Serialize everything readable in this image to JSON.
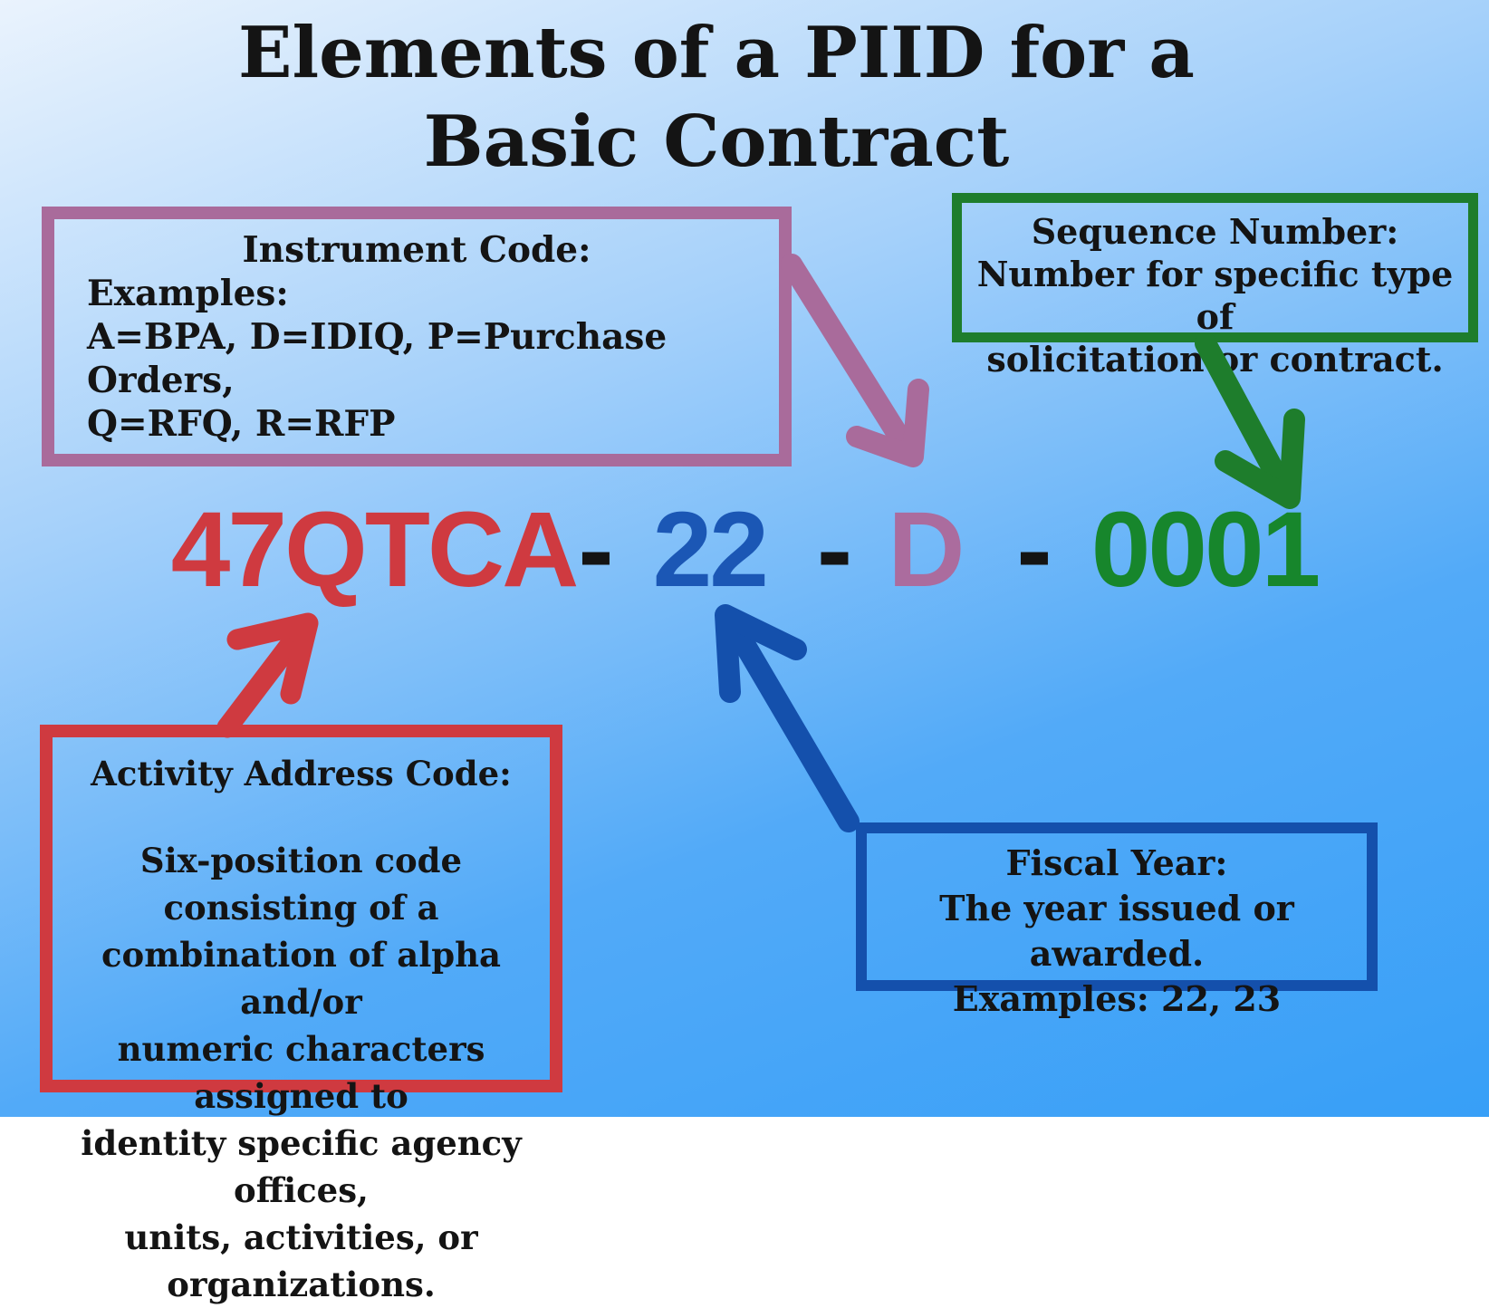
{
  "title": {
    "line1": "Elements of a PIID for a",
    "line2": "Basic Contract"
  },
  "piid": {
    "segments": [
      {
        "text": "47QTCA",
        "meaning": "activity-address-code",
        "color": "#cf3a40"
      },
      {
        "text": "-",
        "color": "#141414"
      },
      {
        "text": "22",
        "meaning": "fiscal-year",
        "color": "#1b57b5"
      },
      {
        "text": "-",
        "color": "#141414"
      },
      {
        "text": "D",
        "meaning": "instrument-code",
        "color": "#ab6c9e"
      },
      {
        "text": "-",
        "color": "#141414"
      },
      {
        "text": "0001",
        "meaning": "sequence-number",
        "color": "#17862c"
      }
    ]
  },
  "boxes": {
    "instrument_code": {
      "title": "Instrument Code:",
      "lines": [
        "Examples:",
        "A=BPA, D=IDIQ, P=Purchase Orders,",
        "Q=RFQ, R=RFP"
      ],
      "border_color": "#a96b9b"
    },
    "sequence_number": {
      "lines": [
        "Sequence Number:",
        "Number for specific type of",
        "solicitation or contract."
      ],
      "border_color": "#1e7d2c"
    },
    "activity_address_code": {
      "title": "Activity Address Code:",
      "lines": [
        "Six-position code consisting of a",
        "combination of alpha and/or",
        "numeric characters assigned to",
        "identity specific agency offices,",
        "units, activities, or organizations."
      ],
      "border_color": "#cf3a40"
    },
    "fiscal_year": {
      "lines": [
        "Fiscal Year:",
        "The year issued or awarded.",
        "Examples: 22, 23"
      ],
      "border_color": "#1450ac"
    }
  },
  "colors": {
    "background_top_left": "#eaf3fd",
    "background_bottom_right": "#379ff7",
    "red": "#cf3a40",
    "blue": "#1450ac",
    "green": "#1e7d2c",
    "mauve": "#a96b9b",
    "text": "#141414"
  }
}
